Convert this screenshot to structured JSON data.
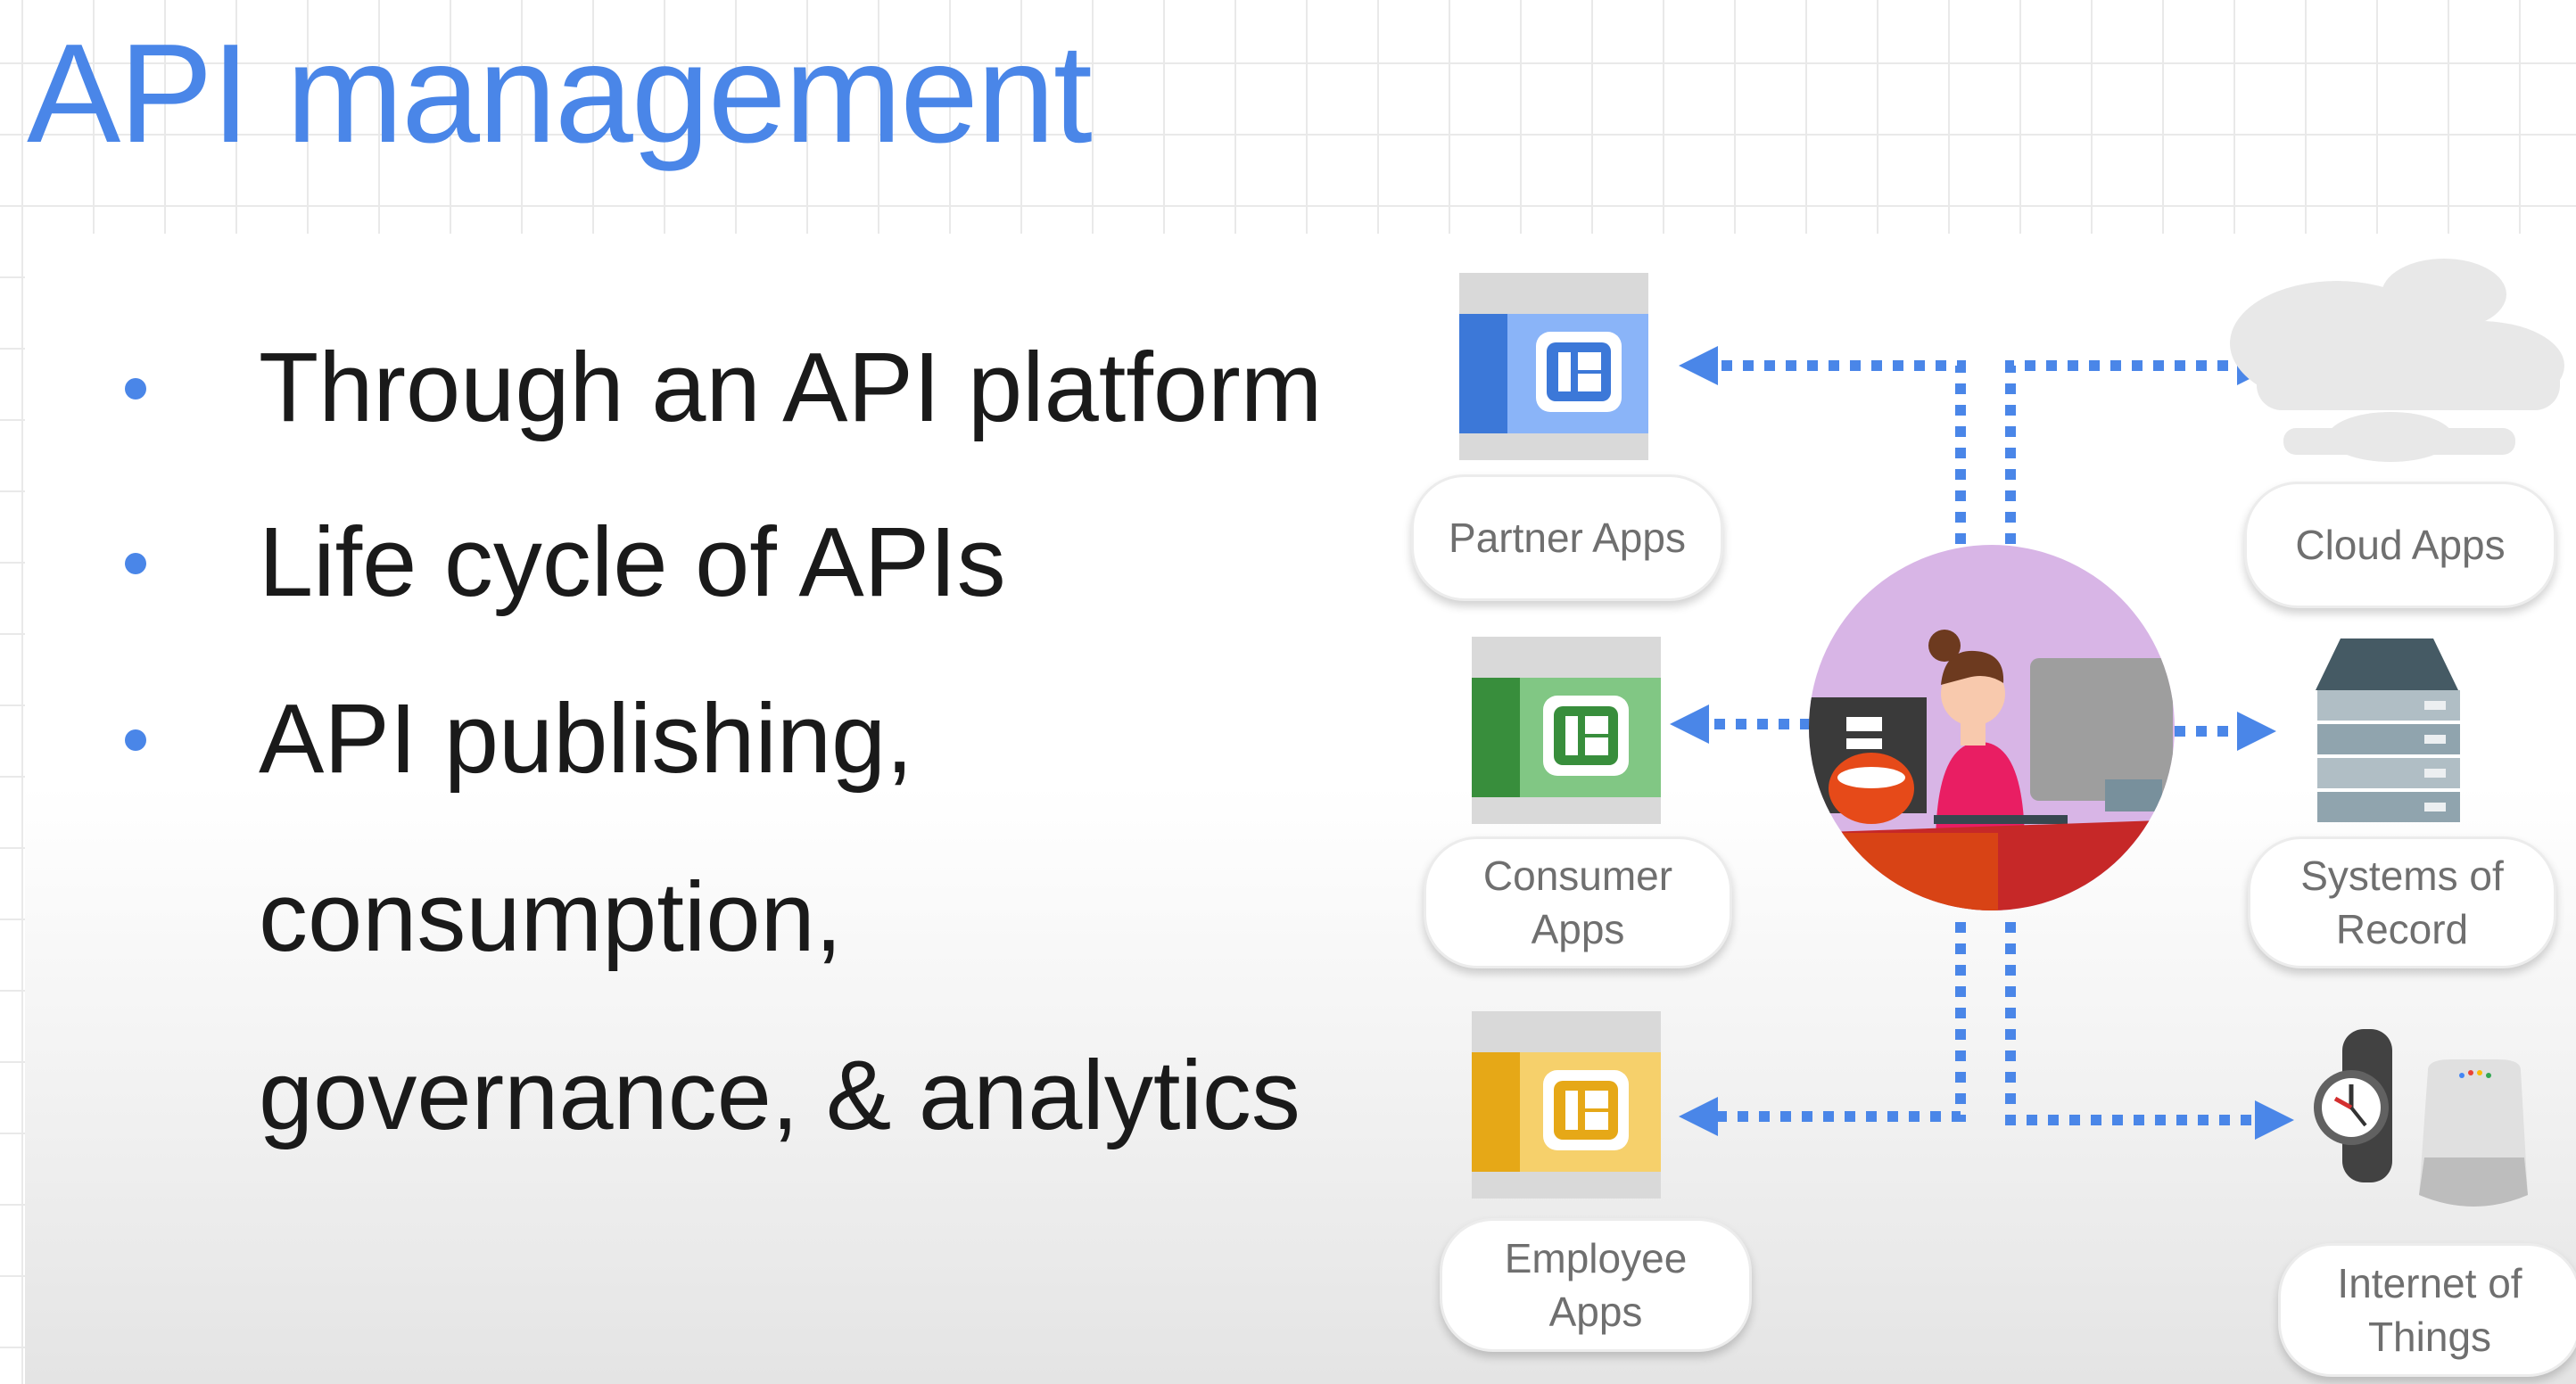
{
  "slide": {
    "title": "API management",
    "bullets": [
      "Through an API platform",
      "Life cycle of APIs",
      "API publishing,",
      "consumption,",
      "governance, & analytics"
    ]
  },
  "diagram": {
    "nodes": {
      "partner_apps": {
        "line1": "Partner Apps",
        "color": "#3c78d8"
      },
      "consumer_apps": {
        "line1": "Consumer",
        "line2": "Apps",
        "color": "#43a047"
      },
      "employee_apps": {
        "line1": "Employee",
        "line2": "Apps",
        "color": "#f1c232"
      },
      "cloud_apps": {
        "line1": "Cloud Apps"
      },
      "systems_of_record": {
        "line1": "Systems of",
        "line2": "Record"
      },
      "internet_of_things": {
        "line1": "Internet of",
        "line2": "Things"
      }
    },
    "connector_color": "#4a86e8"
  }
}
